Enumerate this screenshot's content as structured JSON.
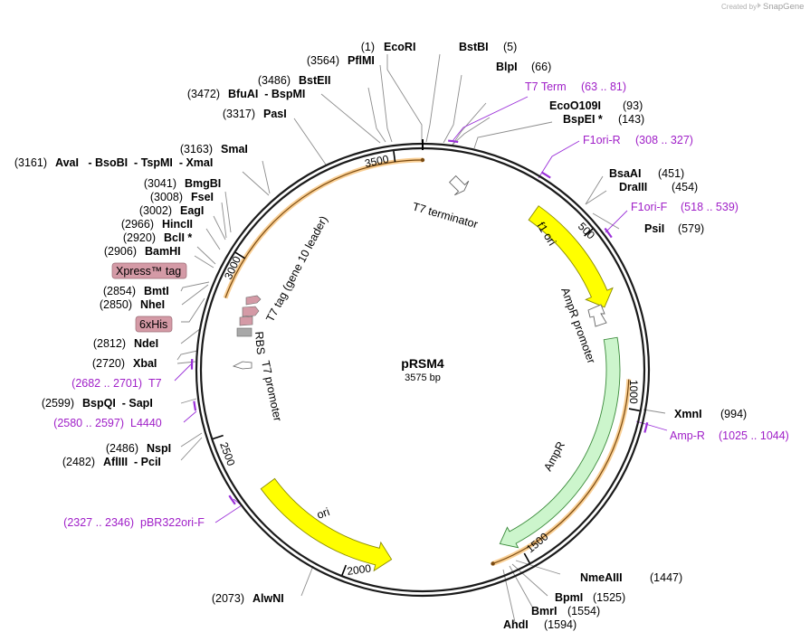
{
  "credit": {
    "prefix": "Created by",
    "brand": "SnapGene"
  },
  "plasmid": {
    "name": "pRSM4",
    "size": "3575 bp"
  },
  "ticks": [
    "500",
    "1000",
    "1500",
    "2000",
    "2500",
    "3000",
    "3500"
  ],
  "sites": [
    {
      "pos": "(1)",
      "name": "EcoRI"
    },
    {
      "pos": "(3564)",
      "name": "PflMI"
    },
    {
      "pos": "(3486)",
      "name": "BstEII"
    },
    {
      "pos": "(3472)",
      "name": "BfuAI  - BspMI"
    },
    {
      "pos": "(3317)",
      "name": "PasI"
    },
    {
      "pos": "(3163)",
      "name": "SmaI"
    },
    {
      "pos": "(3161)",
      "name": "AvaI   - BsoBI  - TspMI  - XmaI"
    },
    {
      "pos": "(3041)",
      "name": "BmgBI"
    },
    {
      "pos": "(3008)",
      "name": "FseI"
    },
    {
      "pos": "(3002)",
      "name": "EagI"
    },
    {
      "pos": "(2966)",
      "name": "HincII"
    },
    {
      "pos": "(2920)",
      "name": "BclI *"
    },
    {
      "pos": "(2906)",
      "name": "BamHI"
    },
    {
      "pos": "(2854)",
      "name": "BmtI"
    },
    {
      "pos": "(2850)",
      "name": "NheI"
    },
    {
      "pos": "(2812)",
      "name": "NdeI"
    },
    {
      "pos": "(2720)",
      "name": "XbaI"
    },
    {
      "pos": "(2599)",
      "name": "BspQI  - SapI"
    },
    {
      "pos": "(2486)",
      "name": "NspI"
    },
    {
      "pos": "(2482)",
      "name": "AflIII  - PciI"
    },
    {
      "pos": "(2073)",
      "name": "AlwNI"
    },
    {
      "pos": "(5)",
      "name": "BstBI"
    },
    {
      "pos": "(66)",
      "name": "BlpI"
    },
    {
      "pos": "(93)",
      "name": "EcoO109I"
    },
    {
      "pos": "(143)",
      "name": "BspEI *"
    },
    {
      "pos": "(451)",
      "name": "BsaAI"
    },
    {
      "pos": "(454)",
      "name": "DraIII"
    },
    {
      "pos": "(579)",
      "name": "PsiI"
    },
    {
      "pos": "(994)",
      "name": "XmnI"
    },
    {
      "pos": "(1447)",
      "name": "NmeAIII"
    },
    {
      "pos": "(1525)",
      "name": "BpmI"
    },
    {
      "pos": "(1554)",
      "name": "BmrI"
    },
    {
      "pos": "(1594)",
      "name": "AhdI"
    }
  ],
  "primers": [
    {
      "name": "T7 Term",
      "range": "(63 .. 81)"
    },
    {
      "name": "F1ori-R",
      "range": "(308 .. 327)"
    },
    {
      "name": "F1ori-F",
      "range": "(518 .. 539)"
    },
    {
      "name": "Amp-R",
      "range": "(1025 .. 1044)"
    },
    {
      "name": "pBR322ori-F",
      "range": "(2327 .. 2346)"
    },
    {
      "name": "L4440",
      "range": "(2580 .. 2597)"
    },
    {
      "name": "T7",
      "range": "(2682 .. 2701)"
    }
  ],
  "features": {
    "t7_terminator": "T7 terminator",
    "f1_ori": "f1 ori",
    "ampr_promoter": "AmpR promoter",
    "ampr": "AmpR",
    "ori": "ori",
    "t7_promoter": "T7 promoter",
    "rbs": "RBS",
    "t7_tag": "T7 tag (gene 10 leader)",
    "xpress_tag": "Xpress™ tag",
    "his_tag": "6xHis"
  },
  "colors": {
    "backbone": "#1a1a1a",
    "feature_yellow": "#ffff00",
    "feature_green": "#ccf5cc",
    "orf_orange": "#f4a53a",
    "primer_purple": "#9b30d9",
    "tag_pink": "#d49aa6",
    "leader_line": "#8c8c8c"
  }
}
